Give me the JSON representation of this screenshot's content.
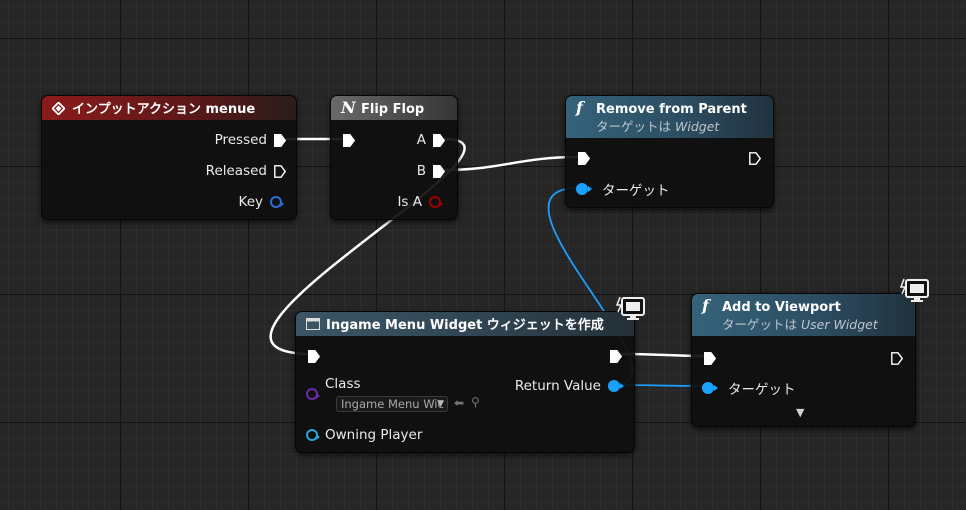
{
  "nodes": {
    "input_action": {
      "title": "インプットアクション menue",
      "pins": {
        "pressed": "Pressed",
        "released": "Released",
        "key": "Key"
      }
    },
    "flip_flop": {
      "title": "Flip Flop",
      "pins": {
        "a": "A",
        "b": "B",
        "is_a": "Is A"
      }
    },
    "remove_from_parent": {
      "title": "Remove from Parent",
      "subtitle_prefix": "ターゲットは",
      "subtitle_target": "Widget",
      "pins": {
        "target": "ターゲット"
      }
    },
    "create_widget": {
      "title": "Ingame Menu Widget ウィジェットを作成",
      "pins": {
        "class": "Class",
        "return_value": "Return Value",
        "owning_player": "Owning Player"
      },
      "class_value": "Ingame Menu Wic"
    },
    "add_to_viewport": {
      "title": "Add to Viewport",
      "subtitle_prefix": "ターゲットは",
      "subtitle_target": "User Widget",
      "pins": {
        "target": "ターゲット"
      }
    }
  },
  "icons": {
    "event": "diamond-event-icon",
    "flipflop": "flip-flop-icon",
    "function": "function-icon",
    "widget": "widget-icon",
    "network": "network-monitor-icon"
  },
  "colors": {
    "exec_wire": "#ffffff",
    "object_pin": "#1aa0ff",
    "struct_pin": "#2a6fd6",
    "bool_pin": "#8c0000",
    "class_pin": "#6d2aa8",
    "player_pin": "#2aa6d6"
  }
}
